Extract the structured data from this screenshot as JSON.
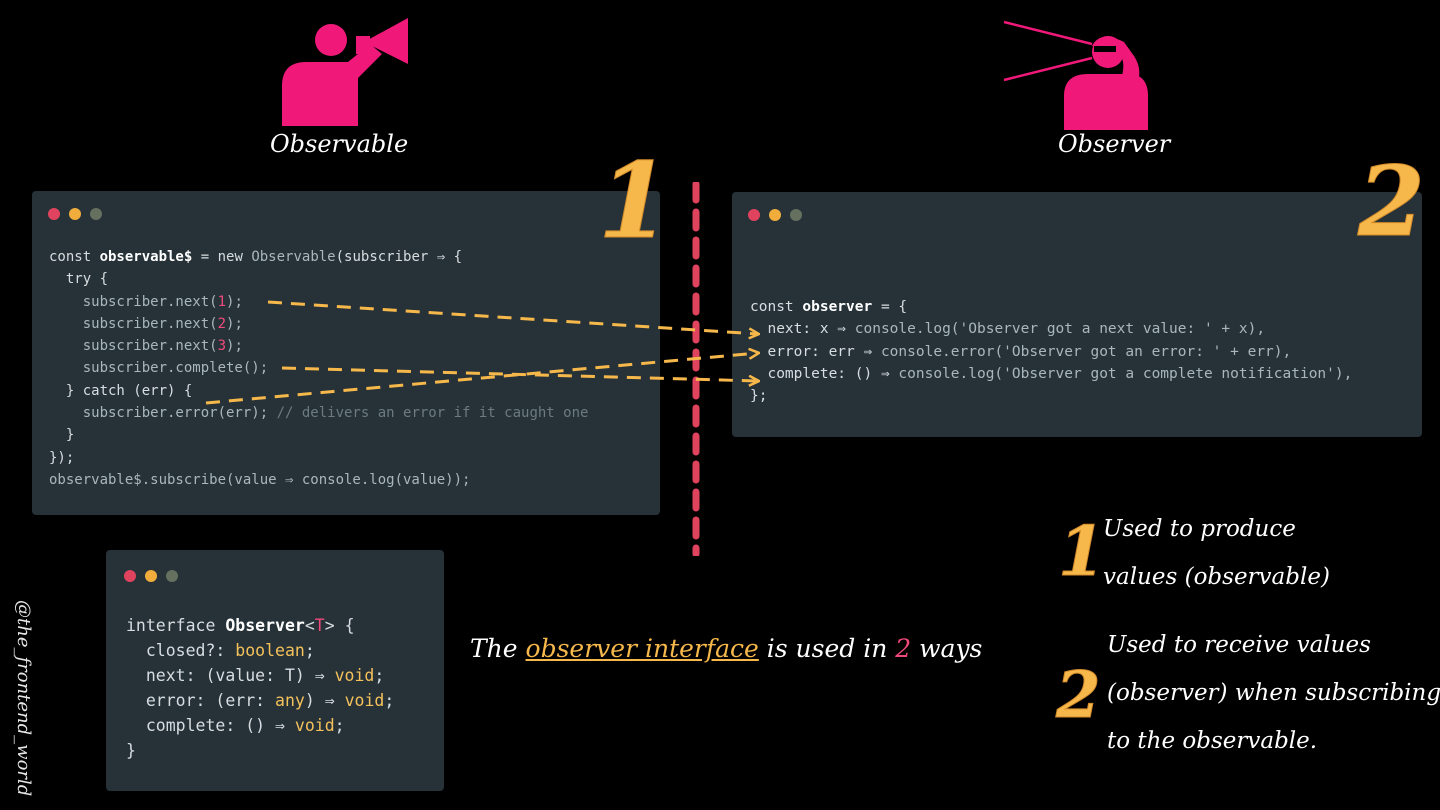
{
  "figures": {
    "observable_label": "Observable",
    "observer_label": "Observer"
  },
  "numbers": {
    "one": "1",
    "two": "2"
  },
  "observable_code": {
    "lines": [
      [
        [
          "kw",
          "const "
        ],
        [
          "id",
          "observable$"
        ],
        [
          "kw",
          " = new "
        ],
        [
          "fn",
          "Observable"
        ],
        [
          "kw",
          "(subscriber ⇒ {"
        ]
      ],
      [
        [
          "kw",
          "  try {"
        ]
      ],
      [
        [
          "fn",
          "    subscriber.next("
        ],
        [
          "num",
          "1"
        ],
        [
          "fn",
          ");"
        ]
      ],
      [
        [
          "fn",
          "    subscriber.next("
        ],
        [
          "num",
          "2"
        ],
        [
          "fn",
          ");"
        ]
      ],
      [
        [
          "fn",
          "    subscriber.next("
        ],
        [
          "num",
          "3"
        ],
        [
          "fn",
          ");"
        ]
      ],
      [
        [
          "fn",
          "    subscriber.complete();"
        ]
      ],
      [
        [
          "kw",
          "  } catch (err) {"
        ]
      ],
      [
        [
          "fn",
          "    subscriber.error(err); "
        ],
        [
          "cmt",
          "// delivers an error if it caught one"
        ]
      ],
      [
        [
          "kw",
          "  }"
        ]
      ],
      [
        [
          "kw",
          "});"
        ]
      ],
      [
        [
          "fn",
          "observable$.subscribe(value ⇒ console.log(value));"
        ]
      ]
    ]
  },
  "observer_code": {
    "lines": [
      [
        [
          "kw",
          "const "
        ],
        [
          "id",
          "observer"
        ],
        [
          "kw",
          " = {"
        ]
      ],
      [
        [
          "kw",
          "  next: x ⇒ "
        ],
        [
          "fn",
          "console.log('Observer got a next value: ' + x),"
        ]
      ],
      [
        [
          "kw",
          "  error: err ⇒ "
        ],
        [
          "fn",
          "console.error('Observer got an error: ' + err),"
        ]
      ],
      [
        [
          "kw",
          "  complete: () ⇒ "
        ],
        [
          "fn",
          "console.log('Observer got a complete notification'),"
        ]
      ],
      [
        [
          "kw",
          "};"
        ]
      ]
    ]
  },
  "interface_code": {
    "lines": [
      [
        [
          "kw",
          "interface "
        ],
        [
          "id",
          "Observer"
        ],
        [
          "kw",
          "<"
        ],
        [
          "typeparam",
          "T"
        ],
        [
          "kw",
          "> {"
        ]
      ],
      [
        [
          "kw",
          "  closed?: "
        ],
        [
          "type",
          "boolean"
        ],
        [
          "kw",
          ";"
        ]
      ],
      [
        [
          "kw",
          "  next: (value: T) ⇒ "
        ],
        [
          "type",
          "void"
        ],
        [
          "kw",
          ";"
        ]
      ],
      [
        [
          "kw",
          "  error: (err: "
        ],
        [
          "type",
          "any"
        ],
        [
          "kw",
          ") ⇒ "
        ],
        [
          "type",
          "void"
        ],
        [
          "kw",
          ";"
        ]
      ],
      [
        [
          "kw",
          "  complete: () ⇒ "
        ],
        [
          "type",
          "void"
        ],
        [
          "kw",
          ";"
        ]
      ],
      [
        [
          "kw",
          "}"
        ]
      ]
    ]
  },
  "middle_sentence": {
    "prefix": "The ",
    "link": "observer interface",
    "middle": " is used in ",
    "count": "2",
    "suffix": " ways"
  },
  "legend": {
    "item1_line1": "Used to produce",
    "item1_line2": "values (observable)",
    "item2_line1": "Used to receive values",
    "item2_line2": "(observer) when subscribing",
    "item2_line3": "to the observable."
  },
  "watermark": "@the_frontend_world",
  "colors": {
    "accent_pink": "#f0197a",
    "accent_orange": "#f7b84b",
    "panel_bg": "#263238",
    "divider": "#e0435e"
  }
}
